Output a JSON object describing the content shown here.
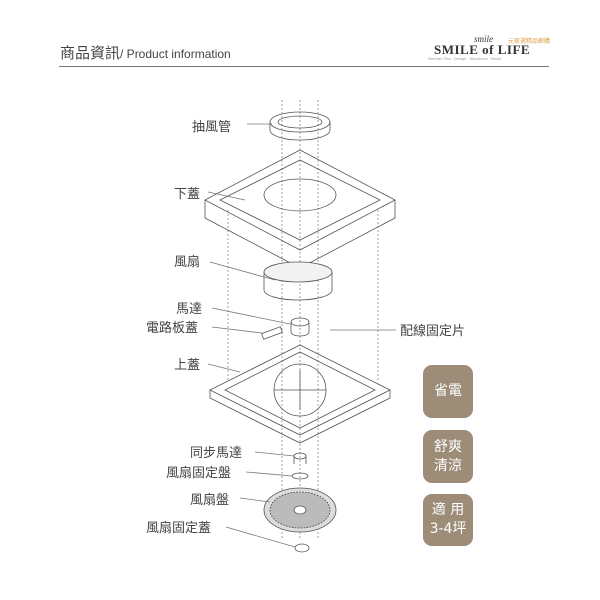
{
  "header": {
    "title_cn": "商品資訊",
    "title_en": "/ Product information"
  },
  "logo": {
    "script": "smile",
    "main": "SMILE of LIFE",
    "cn": "元家選精品郵購",
    "tagline": "Member Plan · Design · Wholesale · Retail"
  },
  "parts": {
    "exhaust_pipe": "抽風管",
    "lower_cover": "下蓋",
    "fan": "風扇",
    "motor": "馬達",
    "circuit_cover": "電路板蓋",
    "upper_cover": "上蓋",
    "wiring_clip": "配線固定片",
    "sync_motor": "同步馬達",
    "fan_fix_plate": "風扇固定盤",
    "fan_plate": "風扇盤",
    "fan_fix_cap": "風扇固定蓋"
  },
  "badges": [
    {
      "line1": "省電",
      "line2": ""
    },
    {
      "line1": "舒爽",
      "line2": "清涼"
    },
    {
      "line1": "適 用",
      "line2": "3-4坪"
    }
  ],
  "colors": {
    "badge": "#9c8c78",
    "text": "#444444"
  }
}
